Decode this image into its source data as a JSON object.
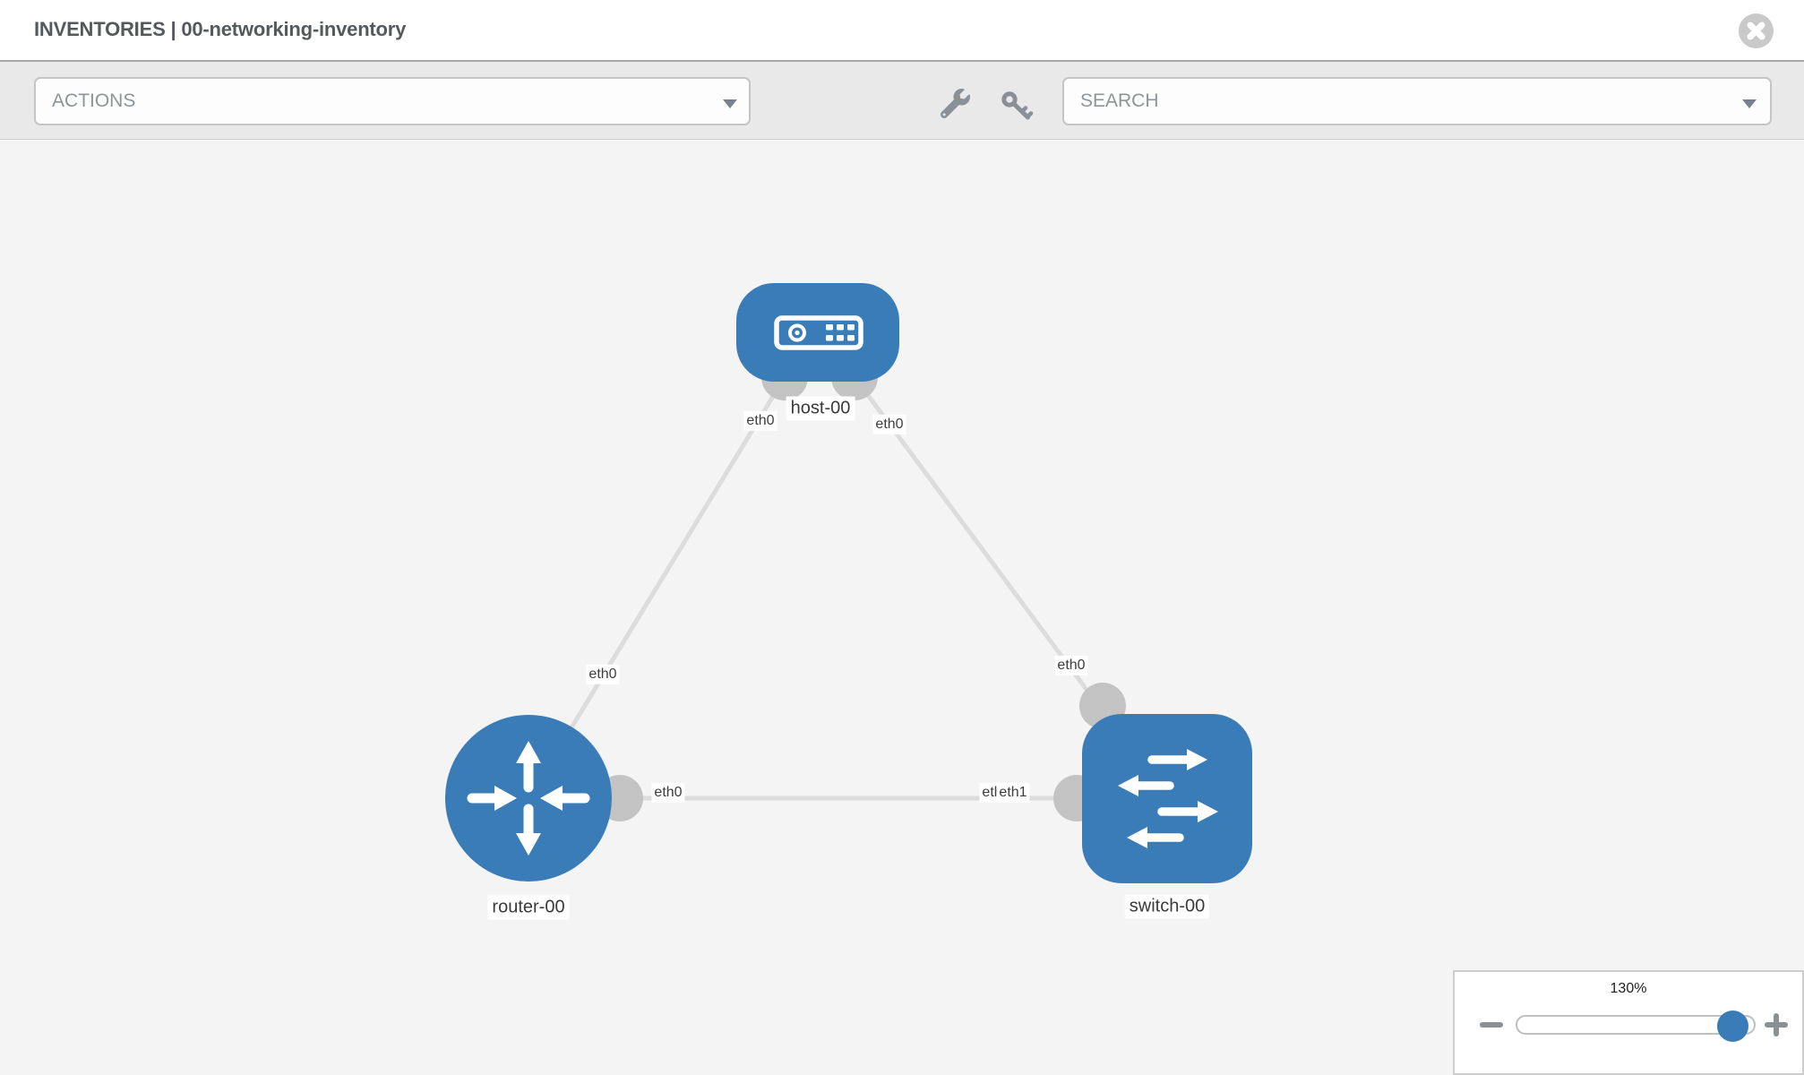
{
  "header": {
    "title": "INVENTORIES | 00-networking-inventory",
    "close_icon": "x-circle"
  },
  "toolbar": {
    "actions": {
      "placeholder": "ACTIONS"
    },
    "search": {
      "placeholder": "SEARCH"
    },
    "icons": [
      "wrench-icon",
      "key-icon"
    ]
  },
  "diagram": {
    "nodes": [
      {
        "label": "host-00",
        "type": "host",
        "shape": "rounded-rect"
      },
      {
        "label": "router-00",
        "type": "router",
        "shape": "circle"
      },
      {
        "label": "switch-00",
        "type": "switch",
        "shape": "rounded-square"
      }
    ],
    "links": [
      {
        "from": "host-00",
        "to": "router-00"
      },
      {
        "from": "host-00",
        "to": "switch-00"
      },
      {
        "from": "router-00",
        "to": "switch-00"
      }
    ],
    "interface_labels": [
      {
        "text": "eth0",
        "near": "host-00 left"
      },
      {
        "text": "eth0",
        "near": "host-00 right"
      },
      {
        "text": "eth0",
        "near": "link host-router"
      },
      {
        "text": "eth0",
        "near": "link host-switch"
      },
      {
        "text": "eth0",
        "near": "link router-switch, router end"
      },
      {
        "text": "eth1",
        "near": "link router-switch, switch end (partially covered)"
      },
      {
        "text": "eth1",
        "near": "link router-switch, switch end"
      }
    ]
  },
  "zoom_control": {
    "value": "130%",
    "minus_icon": "minus",
    "plus_icon": "plus"
  },
  "colors": {
    "node_blue": "#3a7cb8",
    "link_gray": "#dcdcdc",
    "connector_gray": "#c3c3c3",
    "toolbar_bg": "#e9e9e9",
    "canvas_bg": "#f4f4f4"
  }
}
